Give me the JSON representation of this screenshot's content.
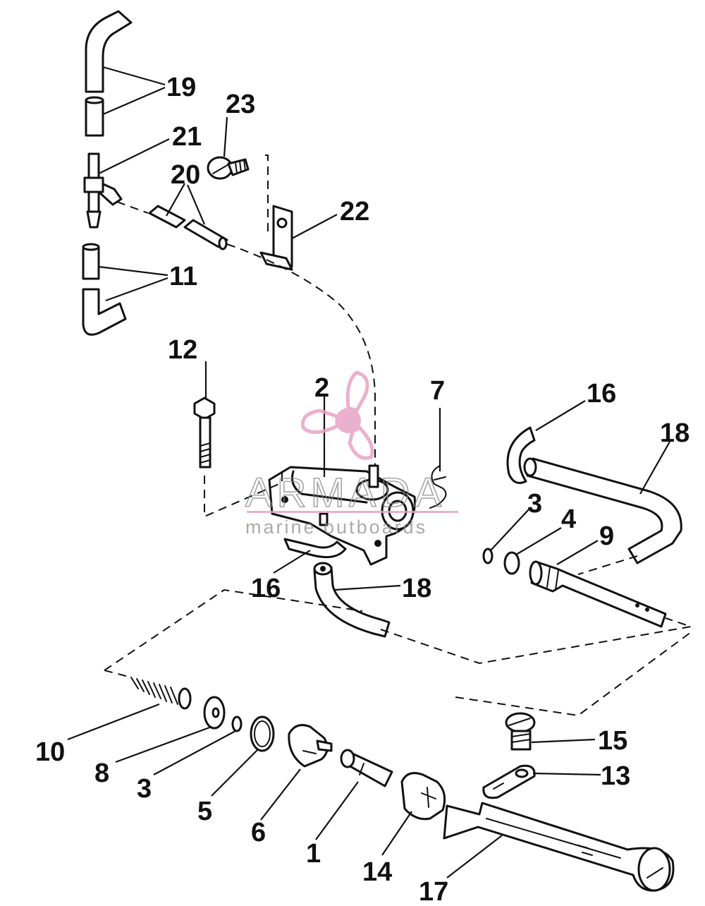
{
  "labels": {
    "l19": "19",
    "l23": "23",
    "l21": "21",
    "l20": "20",
    "l22": "22",
    "l11": "11",
    "l12": "12",
    "l2": "2",
    "l7": "7",
    "l16a": "16",
    "l18a": "18",
    "l3a": "3",
    "l4": "4",
    "l9": "9",
    "l16b": "16",
    "l18b": "18",
    "l10": "10",
    "l8": "8",
    "l3b": "3",
    "l5": "5",
    "l6": "6",
    "l1": "1",
    "l14": "14",
    "l15": "15",
    "l13": "13",
    "l17": "17"
  },
  "watermark": {
    "brand": "ARMADA",
    "tagline": "marine outboards",
    "color": "#e8a3c6"
  }
}
